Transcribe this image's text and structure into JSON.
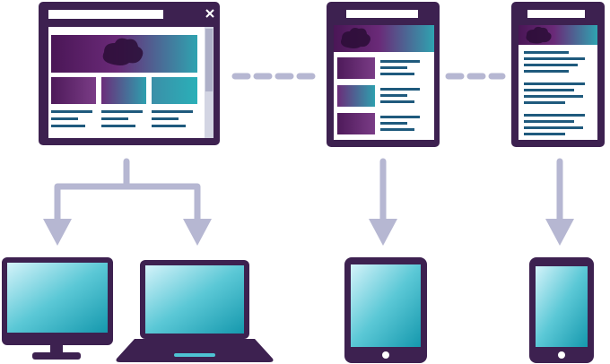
{
  "colors": {
    "frame": "#3d2150",
    "frame_dark": "#2e163d",
    "connector": "#b6b7d2",
    "text_line": "#1f5a7d",
    "hero_purple": "#5a1f66",
    "hero_teal": "#2a9aab",
    "screen_light": "#c9eef6",
    "screen_mid": "#4ec3d3",
    "screen_dark": "#1b9aae",
    "page_bg": "#ffffff",
    "scrollbar": "#d3d5e3"
  },
  "icons": {
    "close": "close-icon",
    "monitor": "desktop-monitor-icon",
    "laptop": "laptop-icon",
    "tablet": "tablet-icon",
    "phone": "smartphone-icon"
  },
  "layouts": [
    {
      "id": "desktop",
      "device_targets": [
        "desktop-monitor",
        "laptop"
      ]
    },
    {
      "id": "tablet",
      "device_targets": [
        "tablet"
      ]
    },
    {
      "id": "mobile",
      "device_targets": [
        "smartphone"
      ]
    }
  ]
}
